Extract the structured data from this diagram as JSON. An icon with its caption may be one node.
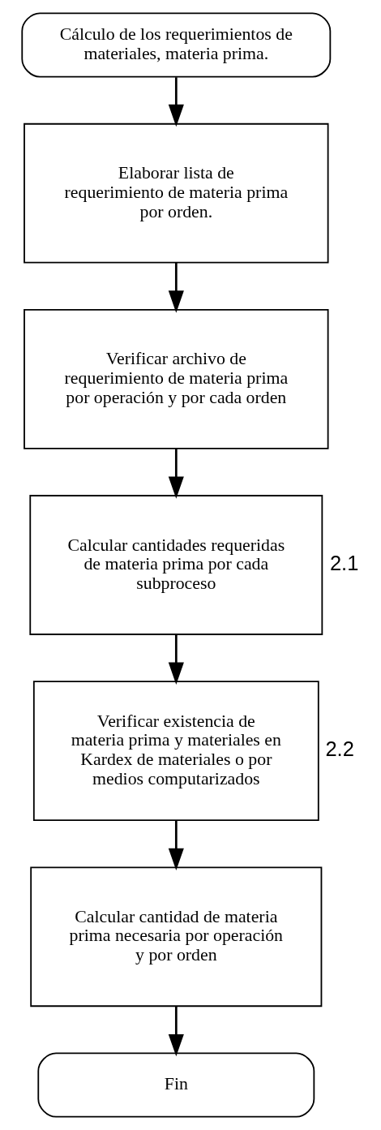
{
  "diagram": {
    "nodes": [
      {
        "text": [
          "Cálculo de los requerimientos de materiales, materia prima."
        ]
      },
      {
        "text": [
          "Elaborar lista de requerimiento de materia prima por orden."
        ]
      },
      {
        "text": [
          "Verificar archivo de requerimiento de materia prima por operación y por cada orden"
        ]
      },
      {
        "text": [
          "Calcular cantidades requeridas de materia prima por cada subproceso"
        ],
        "beside": [
          "2.1"
        ]
      },
      {
        "text": [
          "Verificar existencia de materia prima y materiales en Kardex de materiales o por medios computarizados"
        ],
        "beside": [
          "2.2"
        ]
      },
      {
        "text": [
          "Calcular cantidad de materia prima necesaria por operación y por orden"
        ]
      },
      {
        "text": [
          "Fin"
        ]
      }
    ],
    "edges": [
      {
        "from": 0,
        "to": 1,
        "arrow": "to"
      },
      {
        "from": 1,
        "to": 2,
        "arrow": "to"
      },
      {
        "from": 2,
        "to": 3,
        "arrow": "to"
      },
      {
        "from": 3,
        "to": 4,
        "arrow": "to"
      },
      {
        "from": 4,
        "to": 5,
        "arrow": "to"
      },
      {
        "from": 5,
        "to": 6,
        "arrow": "to"
      }
    ]
  }
}
